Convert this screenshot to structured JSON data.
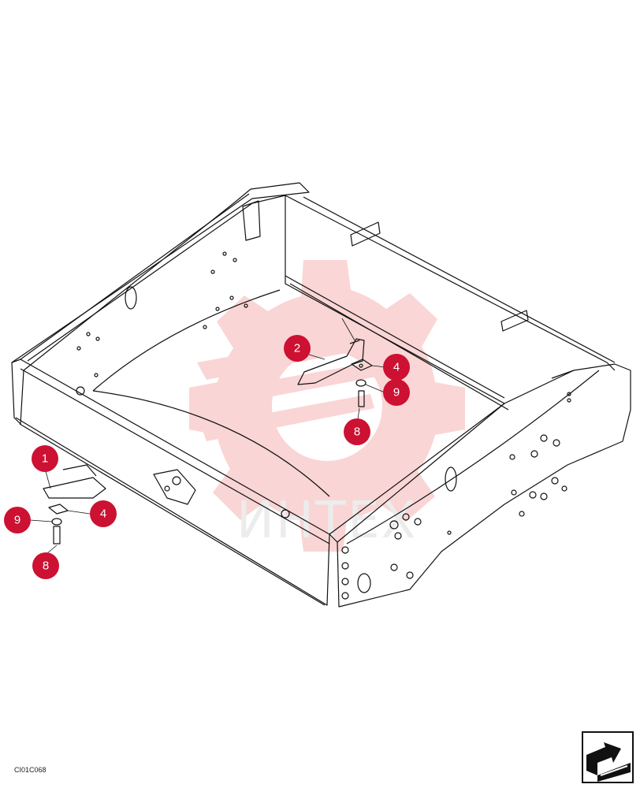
{
  "watermark": {
    "text": "ИНТЕХ",
    "color": "#f5a3a3"
  },
  "callouts": [
    {
      "id": "c1",
      "label": "1"
    },
    {
      "id": "c2",
      "label": "2"
    },
    {
      "id": "c4a",
      "label": "4"
    },
    {
      "id": "c4b",
      "label": "4"
    },
    {
      "id": "c8a",
      "label": "8"
    },
    {
      "id": "c8b",
      "label": "8"
    },
    {
      "id": "c9a",
      "label": "9"
    },
    {
      "id": "c9b",
      "label": "9"
    }
  ],
  "callout_color": "#cc1133",
  "drawing_code": "CI01C068",
  "nav_icon": "next-page-arrow-icon"
}
